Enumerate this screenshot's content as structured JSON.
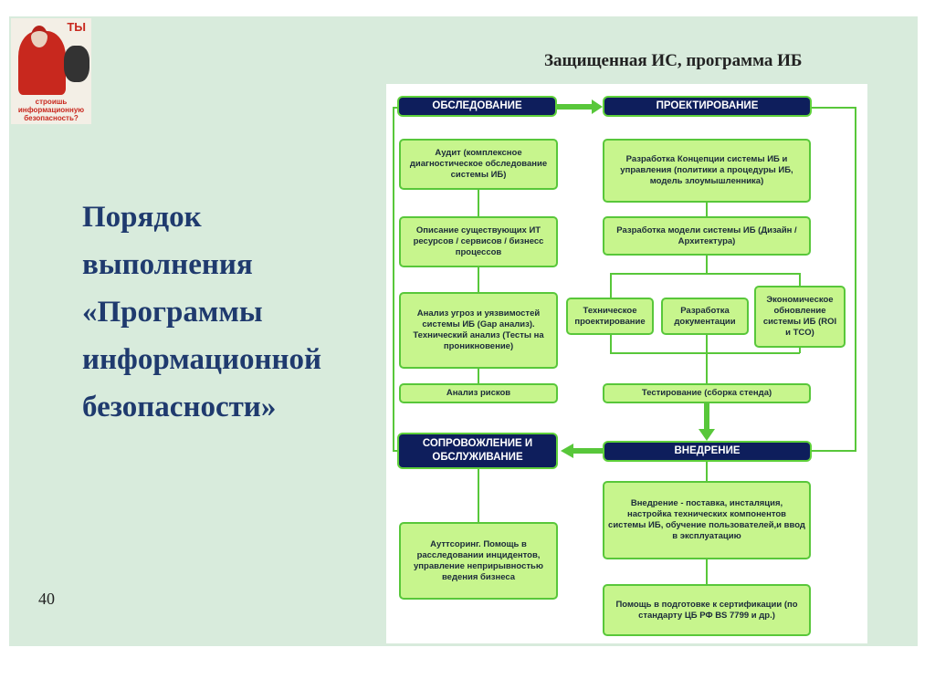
{
  "poster": {
    "top": "ТЫ",
    "caption": "строишь информационную безопасность?"
  },
  "title": "Защищенная ИС, программа ИБ",
  "heading": "Порядок\nвыполнения\n«Программы\nинформационной\nбезопасности»",
  "page_number": "40",
  "diagram": {
    "headers": {
      "survey": "ОБСЛЕДОВАНИЕ",
      "design": "ПРОЕКТИРОВАНИЕ",
      "support": "СОПРОВОЖЛЕНИЕ И ОБСЛУЖИВАНИЕ",
      "deploy": "ВНЕДРЕНИЕ"
    },
    "survey_steps": [
      "Аудит (комплексное диагностическое обследование системы ИБ)",
      "Описание существующих ИТ ресурсов / сервисов / бизнесс процессов",
      "Анализ угроз и уязвимостей системы ИБ (Gap анализ). Технический анализ (Тесты на проникновение)",
      "Анализ рисков"
    ],
    "design_steps": [
      "Разработка Концепции системы ИБ и управления (политики а процедуры ИБ, модель злоумышленника)",
      "Разработка модели системы ИБ (Дизайн / Архитектура)",
      "Техническое проектирование",
      "Разработка документации",
      "Экономическое обновление системы ИБ (ROI и TCO)",
      "Тестирование (сборка стенда)"
    ],
    "deploy_steps": [
      "Внедрение - поставка, инсталяция, настройка технических компонентов системы ИБ, обучение пользователей,и ввод в эксплуатацию",
      "Помощь в подготовке к сертификации (по стандарту ЦБ РФ BS 7799 и др.)"
    ],
    "support_steps": [
      "Ауттсоринг. Помощь в расследовании инцидентов, управление неприрывностью ведения бизнеса"
    ]
  }
}
